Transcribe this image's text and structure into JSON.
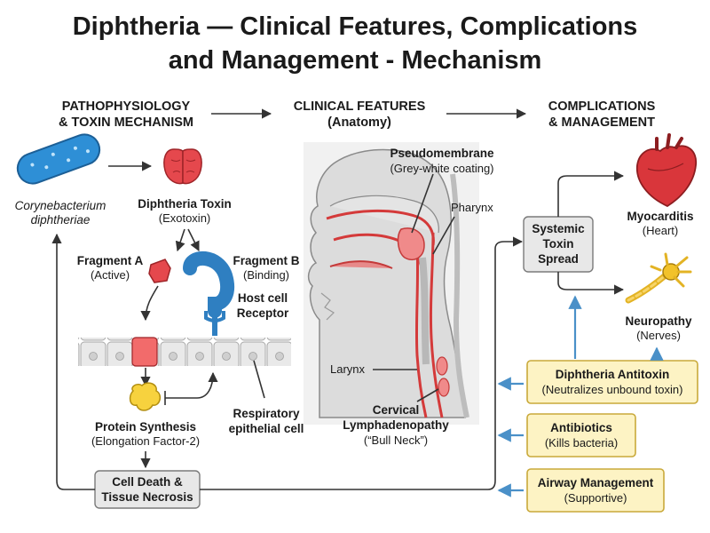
{
  "title": {
    "line1": "Diphtheria — Clinical Features, Complications",
    "line2": "and Management - Mechanism"
  },
  "headers": {
    "pathophysiology": [
      "PATHOPHYSIOLOGY",
      "& TOXIN MECHANISM"
    ],
    "clinical": [
      "CLINICAL FEATURES",
      "(Anatomy)"
    ],
    "complications": [
      "COMPLICATIONS",
      "& MANAGEMENT"
    ]
  },
  "mechanism": {
    "bacterium": [
      "Corynebacterium",
      "diphtheriae"
    ],
    "toxin": {
      "name": "Diphtheria Toxin",
      "sub": "(Exotoxin)"
    },
    "fragment_a": {
      "name": "Fragment A",
      "sub": "(Active)"
    },
    "fragment_b": {
      "name": "Fragment B",
      "sub": "(Binding)"
    },
    "receptor": [
      "Host cell",
      "Receptor"
    ],
    "protein_synthesis": {
      "name": "Protein Synthesis",
      "sub": "(Elongation Factor-2)"
    },
    "epithelial": [
      "Respiratory",
      "epithelial cell"
    ],
    "cell_death": [
      "Cell Death &",
      "Tissue Necrosis"
    ]
  },
  "anatomy": {
    "pseudomembrane": {
      "name": "Pseudomembrane",
      "sub": "(Grey-white coating)"
    },
    "pharynx": "Pharynx",
    "larynx": "Larynx",
    "lymph": [
      "Cervical",
      "Lymphadenopathy",
      "(“Bull Neck”)"
    ]
  },
  "complications": {
    "spread": [
      "Systemic",
      "Toxin",
      "Spread"
    ],
    "myocarditis": {
      "name": "Myocarditis",
      "sub": "(Heart)"
    },
    "neuropathy": {
      "name": "Neuropathy",
      "sub": "(Nerves)"
    }
  },
  "management": [
    {
      "name": "Diphtheria Antitoxin",
      "sub": "(Neutralizes unbound toxin)"
    },
    {
      "name": "Antibiotics",
      "sub": "(Kills bacteria)"
    },
    {
      "name": "Airway Management",
      "sub": "(Supportive)"
    }
  ],
  "colors": {
    "red": "#e5484d",
    "blue": "#2f7fc1",
    "yellow_fill": "#fdf3c4",
    "yellow_border": "#c9a93a",
    "arrow_blue": "#4a90c8"
  }
}
